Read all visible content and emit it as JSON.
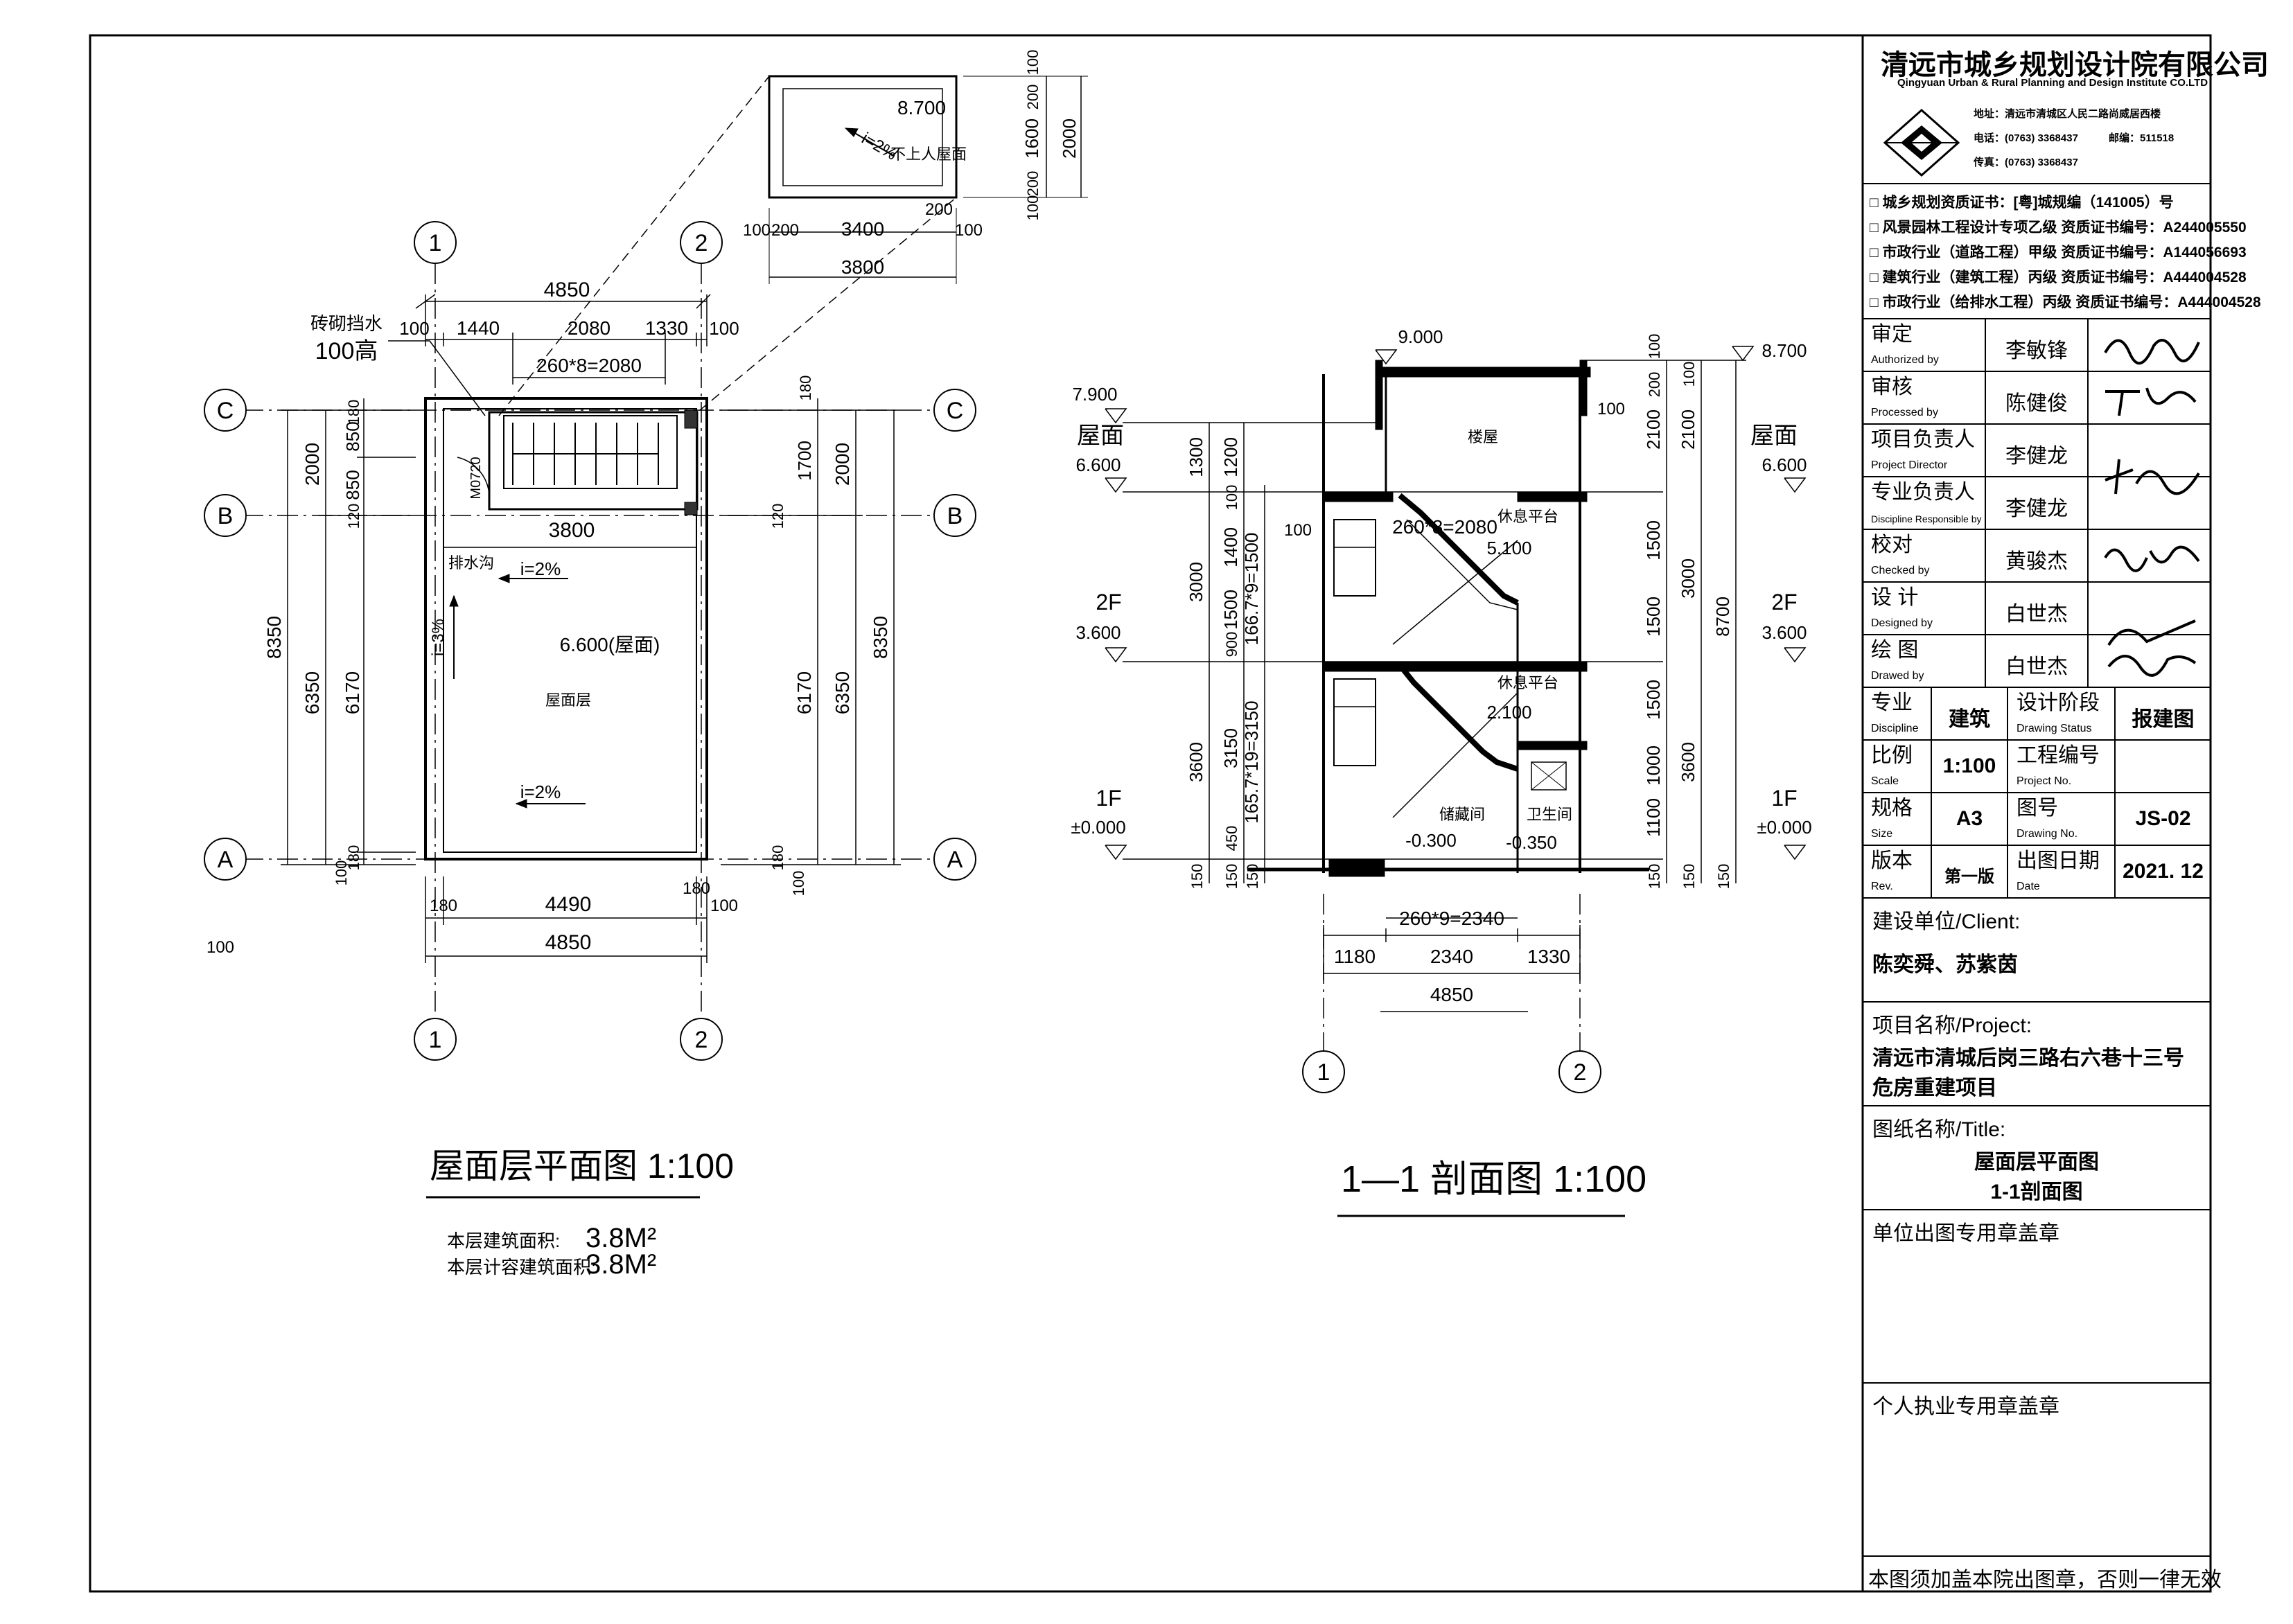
{
  "firm": {
    "name_cn": "清远市城乡规划设计院有限公司",
    "name_en": "Qingyuan Urban & Rural Planning and Design Institute CO.LTD",
    "address": "地址：清远市清城区人民二路尚威居西楼",
    "phone": "电话：(0763) 3368437",
    "postcode": "邮编：511518",
    "fax": "传真：(0763) 3368437",
    "qualifications": [
      "□ 城乡规划资质证书：[粤]城规编（141005）号",
      "□ 风景园林工程设计专项乙级  资质证书编号：A244005550",
      "□ 市政行业（道路工程）甲级  资质证书编号：A144056693",
      "□ 建筑行业（建筑工程）丙级  资质证书编号：A444004528",
      "□ 市政行业（给排水工程）丙级  资质证书编号：A444004528"
    ]
  },
  "signoffs": [
    {
      "role_cn": "审定",
      "role_en": "Authorized by",
      "name": "李敏锋"
    },
    {
      "role_cn": "审核",
      "role_en": "Processed by",
      "name": "陈健俊"
    },
    {
      "role_cn": "项目负责人",
      "role_en": "Project Director",
      "name": "李健龙"
    },
    {
      "role_cn": "专业负责人",
      "role_en": "Discipline Responsible by",
      "name": "李健龙"
    },
    {
      "role_cn": "校对",
      "role_en": "Checked by",
      "name": "黄骏杰"
    },
    {
      "role_cn": "设  计",
      "role_en": "Designed by",
      "name": "白世杰"
    },
    {
      "role_cn": "绘  图",
      "role_en": "Drawed by",
      "name": "白世杰"
    }
  ],
  "info": {
    "discipline_cn": "专业",
    "discipline_en": "Discipline",
    "discipline_val": "建筑",
    "status_cn": "设计阶段",
    "status_en": "Drawing Status",
    "status_val": "报建图",
    "scale_cn": "比例",
    "scale_en": "Scale",
    "scale_val": "1:100",
    "project_no_cn": "工程编号",
    "project_no_en": "Project No.",
    "project_no_val": "",
    "size_cn": "规格",
    "size_en": "Size",
    "size_val": "A3",
    "drawing_no_cn": "图号",
    "drawing_no_en": "Drawing No.",
    "drawing_no_val": "JS-02",
    "rev_cn": "版本",
    "rev_en": "Rev.",
    "rev_val": "第一版",
    "date_cn": "出图日期",
    "date_en": "Date",
    "date_val": "2021. 12"
  },
  "client": {
    "label": "建设单位/Client:",
    "value": "陈奕舜、苏紫茵"
  },
  "project": {
    "label": "项目名称/Project:",
    "line1": "清远市清城后岗三路右六巷十三号",
    "line2": "危房重建项目"
  },
  "title": {
    "label": "图纸名称/Title:",
    "line1": "屋面层平面图",
    "line2": "1-1剖面图"
  },
  "stamps": {
    "unit": "单位出图专用章盖章",
    "personal": "个人执业专用章盖章"
  },
  "footer_note": "本图须加盖本院出图章，否则一律无效",
  "plan": {
    "title": "屋面层平面图  1:100",
    "area_label": "本层建筑面积:",
    "area_value": "3.8M²",
    "area2_label": "本层计容建筑面积:",
    "area2_value": "3.8M²",
    "grid_1": "1",
    "grid_2": "2",
    "grid_A": "A",
    "grid_B": "B",
    "grid_C": "C",
    "dims": {
      "top_total": "4850",
      "top_a": "100",
      "top_b": "1440",
      "top_c": "2080",
      "top_d": "1330",
      "top_e": "100",
      "stair": "260*8=2080",
      "bot_a": "100",
      "bot_b": "180",
      "bot_c": "4490",
      "bot_d": "180",
      "bot_e": "100",
      "bot_total": "4850",
      "left_total": "8350",
      "left_a": "6350",
      "left_b": "2000",
      "left_c": "6170",
      "left_d": "850",
      "left_e": "850",
      "left_f": "180",
      "left_g": "120",
      "left_h": "180",
      "left_i": "100",
      "right_total": "8350",
      "right_a": "6350",
      "right_b": "2000",
      "right_c": "6170",
      "right_d": "1700",
      "right_e": "180",
      "right_f": "120",
      "right_g": "180",
      "right_h": "100",
      "mid_3800": "3800"
    },
    "notes": {
      "parapet": "砖砌挡水",
      "parapet_h": "100高",
      "drain": "排水沟",
      "slope1": "i=2%",
      "slope2": "i=2%",
      "slope3": "i=3%",
      "elev": "6.600(屋面)",
      "layer": "屋面层",
      "door": "M0720"
    },
    "inset": {
      "elev": "8.700",
      "slope": "i=2%",
      "note": "不上人屋面",
      "dim_w1": "100",
      "dim_w2": "200",
      "dim_w3": "3400",
      "dim_w4": "200",
      "dim_w5": "100",
      "dim_w_total": "3800",
      "dim_h1": "100",
      "dim_h2": "200",
      "dim_h3": "1600",
      "dim_h4": "200",
      "dim_h5": "100",
      "dim_h_total": "2000"
    }
  },
  "section": {
    "title": "1—1 剖面图  1:100",
    "grid_1": "1",
    "grid_2": "2",
    "levels": {
      "top": "9.000",
      "parapet_r": "8.700",
      "roof_lbl_l": "屋面",
      "roof_elev_l": "6.600",
      "roof_top_l": "7.900",
      "roof_lbl_r": "屋面",
      "roof_elev_r": "6.600",
      "f2_lbl_l": "2F",
      "f2_elev_l": "3.600",
      "f2_lbl_r": "2F",
      "f2_elev_r": "3.600",
      "f1_lbl_l": "1F",
      "f1_elev_l": "±0.000",
      "f1_lbl_r": "1F",
      "f1_elev_r": "±0.000",
      "landing1": "5.100",
      "landing2": "2.100",
      "storage": "-0.300",
      "toilet": "-0.350"
    },
    "rooms": {
      "stair_room": "楼屋",
      "rest1": "休息平台",
      "rest2": "休息平台",
      "storage": "储藏间",
      "toilet": "卫生间"
    },
    "dims": {
      "stair_top": "260*8=2080",
      "stair_bot": "260*9=2340",
      "bot_a": "1180",
      "bot_b": "2340",
      "bot_c": "1330",
      "bot_total": "4850",
      "l_1300": "1300",
      "l_3000": "3000",
      "l_3600": "3600",
      "l_150a": "150",
      "l_150b": "150",
      "l2_1200": "1200",
      "l2_100": "100",
      "l2_1400": "1400",
      "l2_1500": "1500",
      "l2_900": "900",
      "l2_3150": "3150",
      "l2_450": "450",
      "l2_150": "150",
      "l3_a": "166.7*9=1500",
      "l3_b": "165.7*19=3150",
      "r_200": "200",
      "r_2100": "2100",
      "r_1500a": "1500",
      "r_1500b": "1500",
      "r_1500c": "1500",
      "r_1000": "1000",
      "r_1100": "1100",
      "r_150": "150",
      "r2_100": "100",
      "r2_2100": "2100",
      "r2_3000": "3000",
      "r2_3600": "3600",
      "r2_150": "150",
      "r3_8700": "8700",
      "r3_150": "150",
      "m_100a": "100",
      "m_100b": "100",
      "m_100c": "100"
    }
  }
}
